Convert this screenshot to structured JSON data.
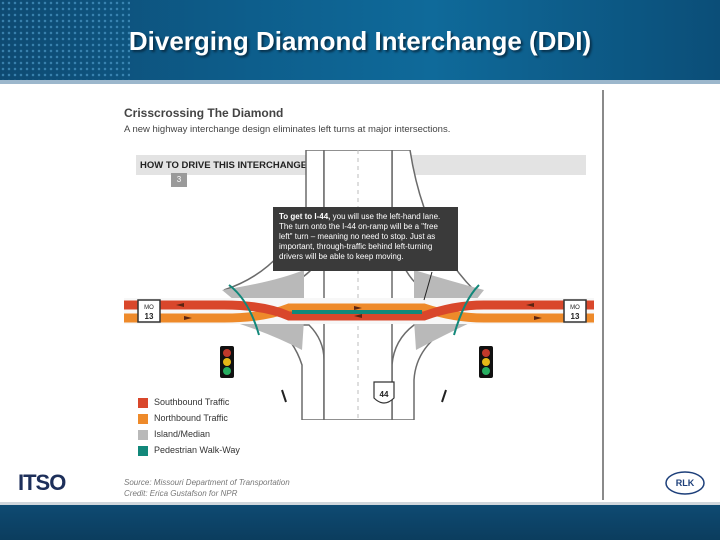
{
  "slide": {
    "title": "Diverging Diamond Interchange (DDI)"
  },
  "figure": {
    "title": "Crisscrossing The Diamond",
    "subtitle": "A new highway interchange design eliminates left turns at major intersections.",
    "how_to_label": "HOW TO DRIVE THIS INTERCHANGE",
    "route_sign": "3",
    "callout_lead": "To get to I-44,",
    "callout_body": " you will use the left-hand lane. The turn onto the I-44 on-ramp will be a \"free left\" turn – meaning no need to stop. Just as important, through-traffic behind left-turning drivers will be able to keep moving.",
    "shield_left": "MO 13",
    "shield_right": "MO 13",
    "interstate_shield": "44",
    "legend": [
      {
        "label": "Southbound Traffic",
        "color": "#d9472b"
      },
      {
        "label": "Northbound Traffic",
        "color": "#ee8a2a"
      },
      {
        "label": "Island/Median",
        "color": "#b9b9b9"
      },
      {
        "label": "Pedestrian Walk-Way",
        "color": "#12887a"
      }
    ],
    "source_line1": "Source: Missouri Department of Transportation",
    "source_line2": "Credit: Erica Gustafson for NPR"
  },
  "footer": {
    "left_logo": "ITSO",
    "right_logo": "RLK"
  },
  "colors": {
    "header": "#0d5e8c",
    "southbound": "#d9472b",
    "northbound": "#ee8a2a",
    "median": "#b9b9b9",
    "walkway": "#12887a"
  }
}
